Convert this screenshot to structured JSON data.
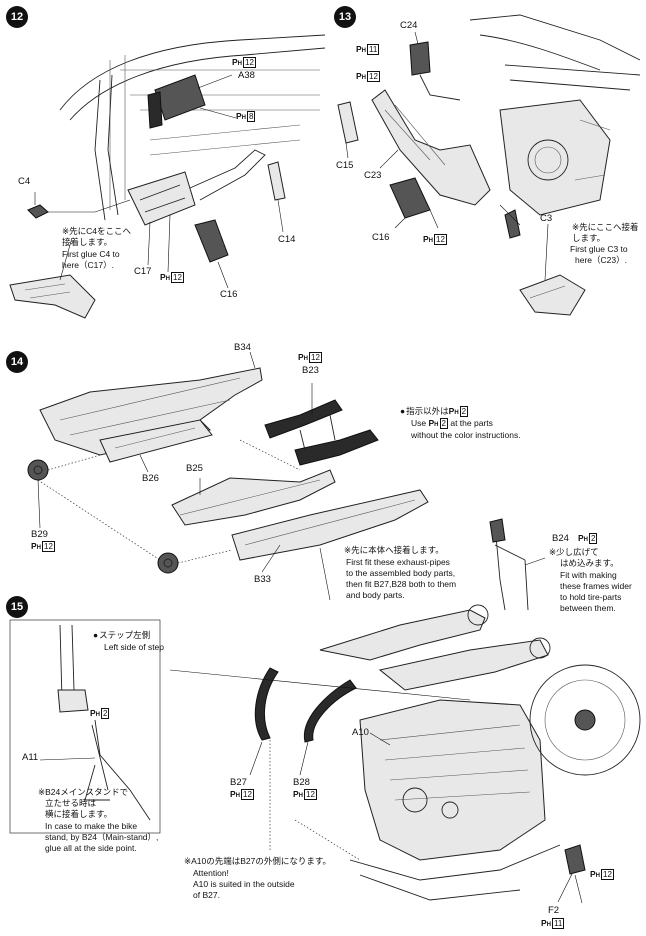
{
  "steps": {
    "s12": "12",
    "s13": "13",
    "s14": "14",
    "s15": "15"
  },
  "paint_prefix": "P",
  "paint_sub": "H",
  "parts": {
    "a38": "A38",
    "c4": "C4",
    "c17": "C17",
    "c16a": "C16",
    "c14": "C14",
    "c24": "C24",
    "c15": "C15",
    "c23": "C23",
    "c16b": "C16",
    "c3": "C3",
    "b34": "B34",
    "b23": "B23",
    "b26": "B26",
    "b25": "B25",
    "b29": "B29",
    "b33": "B33",
    "b24": "B24",
    "a10": "A10",
    "a11": "A11",
    "b27": "B27",
    "b28": "B28",
    "f2": "F2"
  },
  "paint_codes": {
    "p12_a38": "12",
    "p8_a38": "8",
    "p12_c17": "12",
    "p11_c24": "11",
    "p12_c24": "12",
    "p12_c16": "12",
    "p12_b23": "12",
    "p2_note": "2",
    "p2_note_en": "2",
    "p12_b29": "12",
    "p2_b24": "2",
    "p2_a11": "2",
    "p12_b27": "12",
    "p12_b28": "12",
    "p12_f2_upper": "12",
    "p11_f2": "11"
  },
  "notes": {
    "c4_jp_1": "※先にC4をここへ",
    "c4_jp_2": "接着します。",
    "c4_en_1": "First glue C4 to",
    "c4_en_2": "here（C17）.",
    "c3_jp_1": "※先にここへ接着",
    "c3_jp_2": "します。",
    "c3_en_1": "First glue C3 to",
    "c3_en_2": "here（C23）.",
    "color_jp": "指示以外は",
    "color_en_1": "Use",
    "color_en_2": "at the parts",
    "color_en_3": "without the color instructions.",
    "exhaust_jp": "※先に本体へ接着します。",
    "exhaust_en_1": "First fit these exhaust-pipes",
    "exhaust_en_2": "to the assembled body parts,",
    "exhaust_en_3": "then fit B27,B28 both to them",
    "exhaust_en_4": "and body parts.",
    "b24_jp_1": "※少し広げて",
    "b24_jp_2": "はめ込みます。",
    "b24_en_1": "Fit with making",
    "b24_en_2": "these frames wider",
    "b24_en_3": "to hold tire-parts",
    "b24_en_4": "between them.",
    "step_jp": "ステップ左側",
    "step_en": "Left side of step",
    "stand_jp_1": "※B24メインスタンドで",
    "stand_jp_2": "立たせる時は",
    "stand_jp_3": "横に接着します。",
    "stand_en_1": "In case to make the bike",
    "stand_en_2": "stand, by B24（Main-stand）,",
    "stand_en_3": "glue all at the side point.",
    "a10_jp": "※A10の先端はB27の外側になります。",
    "a10_en_1": "Attention!",
    "a10_en_2": "A10 is suited in the outside",
    "a10_en_3": "of B27."
  }
}
